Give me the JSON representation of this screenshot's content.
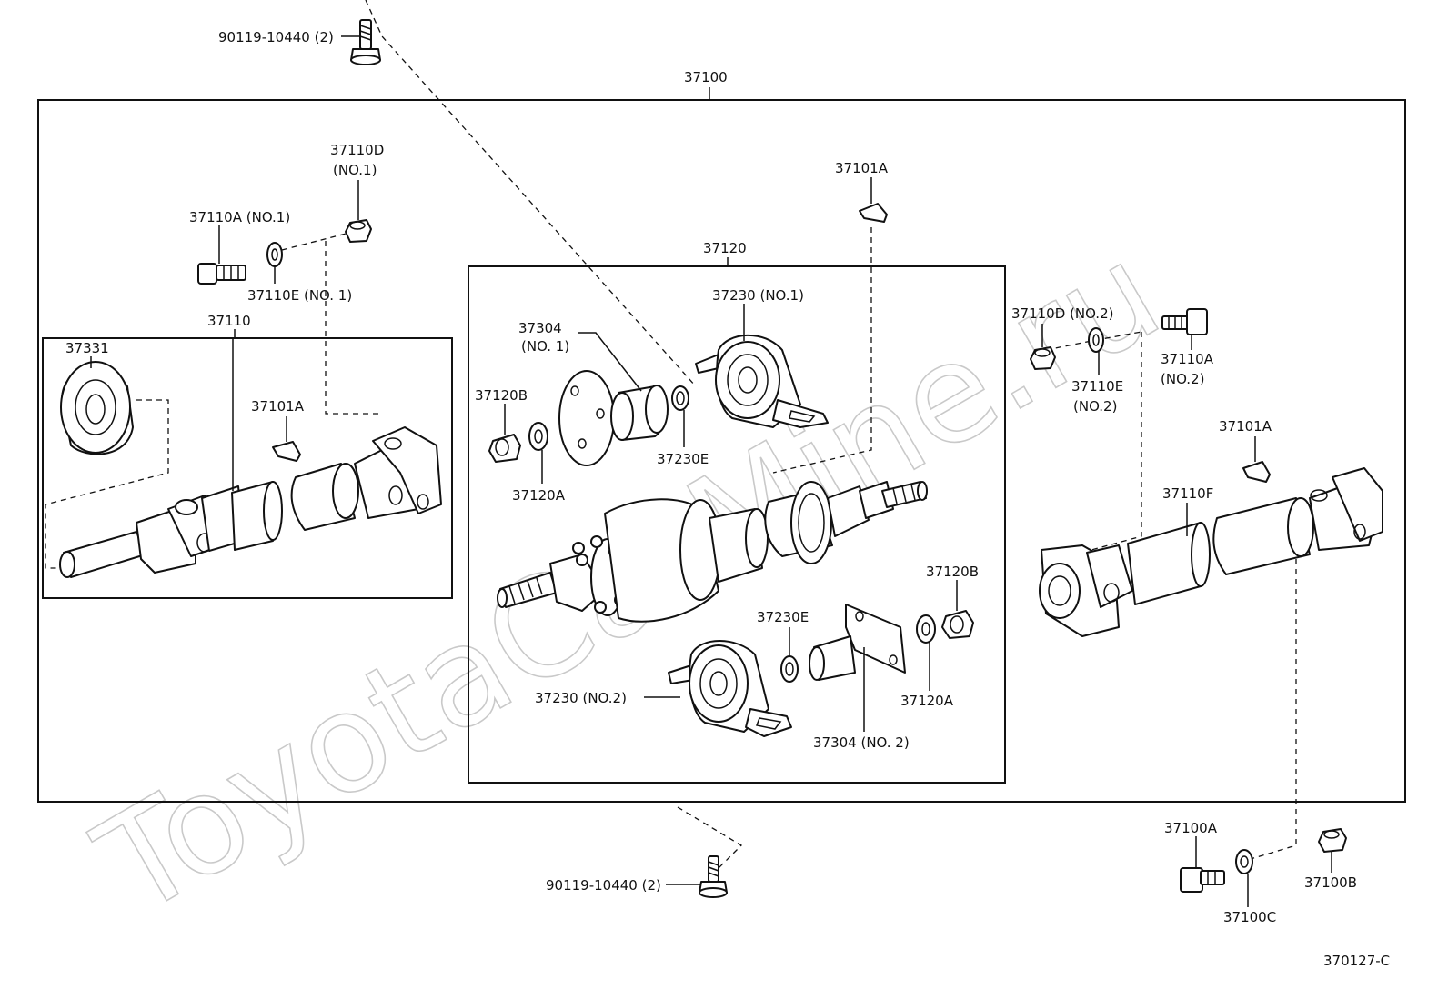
{
  "watermark": "ToyotaCarMine.ru",
  "diagram_code": "370127-C",
  "labels": {
    "bolt_top": "90119-10440 (2)",
    "bolt_bottom": "90119-10440 (2)",
    "assembly": "37100",
    "front_shaft": "37110",
    "center_section": "37120",
    "p37331": "37331",
    "p37110a_no1": "37110A (NO.1)",
    "p37110d_no1_a": "37110D",
    "p37110d_no1_b": "(NO.1)",
    "p37110e_no1": "37110E (NO. 1)",
    "p37101a_left": "37101A",
    "p37101a_top": "37101A",
    "p37101a_right": "37101A",
    "p37304_no1_a": "37304",
    "p37304_no1_b": "(NO. 1)",
    "p37230_no1": "37230 (NO.1)",
    "p37120b_left": "37120B",
    "p37120a_left": "37120A",
    "p37230e_top": "37230E",
    "p37120b_right": "37120B",
    "p37230e_bottom": "37230E",
    "p37120a_right": "37120A",
    "p37230_no2": "37230 (NO.2)",
    "p37304_no2": "37304 (NO. 2)",
    "p37110d_no2": "37110D (NO.2)",
    "p37110e_no2_a": "37110E",
    "p37110e_no2_b": "(NO.2)",
    "p37110a_no2_a": "37110A",
    "p37110a_no2_b": "(NO.2)",
    "p37110f": "37110F",
    "p37100a": "37100A",
    "p37100b": "37100B",
    "p37100c": "37100C"
  }
}
